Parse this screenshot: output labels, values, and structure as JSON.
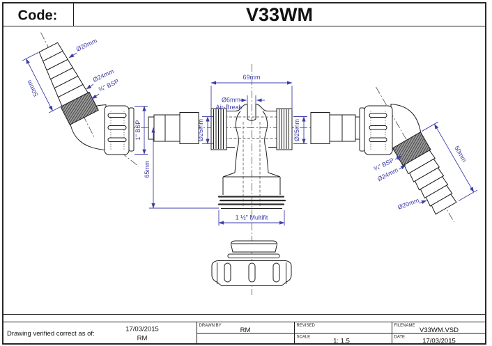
{
  "header": {
    "code_label": "Code:",
    "title": "V33WM"
  },
  "drawing": {
    "accent_color": "#3d3da8",
    "dimensions": {
      "left_hose_od": "Ø20mm",
      "left_hose_length": "50mm",
      "left_hose_base_od": "Ø24mm",
      "left_thread": "¾\" BSP",
      "left_nut_thread": "1\" BSP",
      "outlet_height": "65mm",
      "inlet_span": "69mm",
      "air_break_size": "Ø6mm",
      "air_break_label": "Air-Break",
      "left_inlet_od": "Ø25mm",
      "right_inlet_od": "Ø25mm",
      "outlet_thread": "1 ½\" Multifit",
      "right_thread": "¾\" BSP",
      "right_hose_base_od": "Ø24mm",
      "right_hose_length": "50mm",
      "right_hose_od": "Ø20mm"
    }
  },
  "footer": {
    "verify_label": "Drawing verified correct as of:",
    "verify_date": "17/03/2015",
    "verify_initials": "RM",
    "drawn_by_label": "DRAWN BY",
    "drawn_by_value": "RM",
    "revised_label": "REVISED",
    "revised_value": "",
    "scale_label": "SCALE",
    "scale_value": "1: 1.5",
    "filename_label": "FILENAME",
    "filename_value": "V33WM.VSD",
    "date_label": "DATE",
    "date_value": "17/03/2015"
  }
}
